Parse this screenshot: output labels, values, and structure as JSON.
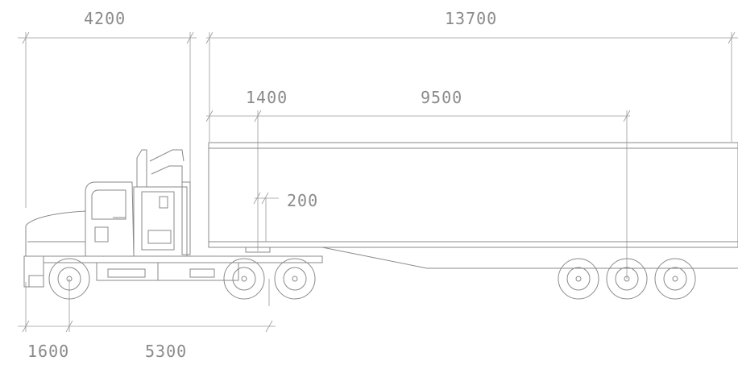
{
  "dimensions": {
    "tractor_length": "4200",
    "trailer_length": "13700",
    "kingpin_setback": "1400",
    "kingpin_to_axle": "9500",
    "fifth_wheel_offset": "200",
    "front_overhang": "1600",
    "wheelbase": "5300"
  },
  "colors": {
    "line": "#8a8a8a",
    "background": "#ffffff"
  }
}
